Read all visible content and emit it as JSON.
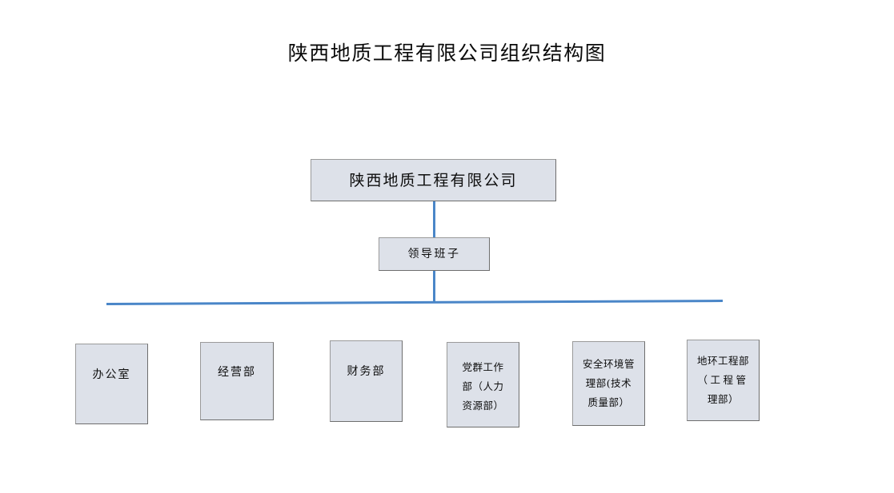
{
  "document": {
    "title": "陕西地质工程有限公司组织结构图",
    "type": "organization-chart",
    "background_color": "#ffffff"
  },
  "theme": {
    "node_fill": "#dde1e9",
    "node_border": "#808080",
    "connector_color": "#4a86c8",
    "text_color": "#000000"
  },
  "org_chart": {
    "root": {
      "label": "陕西地质工程有限公司"
    },
    "leadership": {
      "label": "领导班子"
    },
    "departments": [
      {
        "label": "办公室",
        "lines": [
          "办公室"
        ]
      },
      {
        "label": "经营部",
        "lines": [
          "经营部"
        ]
      },
      {
        "label": "财务部",
        "lines": [
          "财务部"
        ]
      },
      {
        "label": "党群工作部（人力资源部）",
        "lines": [
          "党群工作",
          "部（人力",
          "资源部）"
        ]
      },
      {
        "label": "安全环境管理部(技术质量部)",
        "lines": [
          "安全环境管",
          "理部(技术",
          "质量部）"
        ]
      },
      {
        "label": "地环工程部（工程管理部）",
        "lines": [
          "地环工程部",
          "（工程管",
          "理部）"
        ]
      }
    ]
  }
}
